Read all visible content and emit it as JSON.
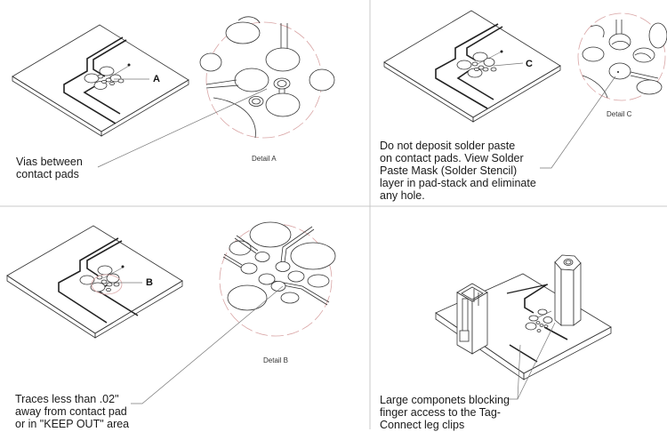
{
  "panels": {
    "a": {
      "callout": "A",
      "detail_label": "Detail A",
      "note": "Vias between\ncontact pads"
    },
    "c": {
      "callout": "C",
      "detail_label": "Detail C",
      "note": "Do not deposit solder paste\non contact pads. View Solder\nPaste Mask (Solder Stencil)\nlayer in pad-stack and eliminate\nany hole."
    },
    "b": {
      "callout": "B",
      "detail_label": "Detail B",
      "note": "Traces less than .02\"\naway from contact pad\nor in \"KEEP OUT\" area"
    },
    "d": {
      "note": "Large componets blocking\nfinger access to the Tag-\nConnect leg clips"
    }
  },
  "colors": {
    "line": "#333333",
    "divider": "#c8c8c8",
    "magnifier_edge": "#d9a5a5"
  }
}
